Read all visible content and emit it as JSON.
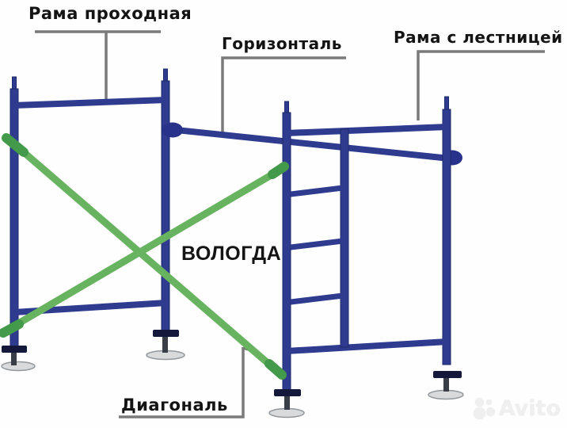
{
  "labels": {
    "frame_passthrough": "Рама проходная",
    "horizontal": "Горизонталь",
    "frame_with_ladder": "Рама с лестницей",
    "diagonal": "Диагональ"
  },
  "center_text": "ВОЛОГДА",
  "watermark": {
    "text": "Avito",
    "logo_icon": "avito-four-circles-logo"
  },
  "colors": {
    "bg_white": "#fefefe",
    "frame_blue": "#2f3b8f",
    "frame_blue_dark": "#1e2a6a",
    "connector_blue": "#28328a",
    "brace_green": "#68b35f",
    "brace_green_dark": "#449a4b",
    "callout_gray": "#7a7a7a",
    "label_black": "#141414",
    "watermark_gray": "#efefef",
    "plate_gray": "#d8dadb",
    "plate_edge": "#93989d",
    "foot_dark": "#14183b",
    "rod_dark": "#3a3e46"
  }
}
